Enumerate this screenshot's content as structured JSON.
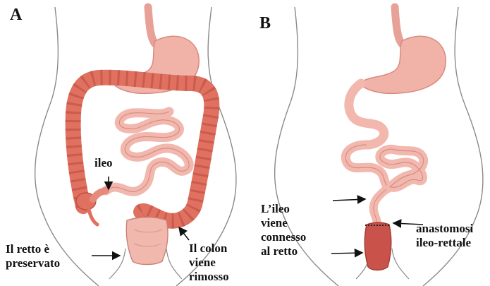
{
  "panels": {
    "a": {
      "letter": "A",
      "labels": {
        "ileum": "ileo",
        "rectum_line1": "Il retto è",
        "rectum_line2": "preservato",
        "colon_line1": "Il colon",
        "colon_line2": "viene",
        "colon_line3": "rimosso"
      }
    },
    "b": {
      "letter": "B",
      "labels": {
        "ileum_line1": "L’ileo",
        "ileum_line2": "viene",
        "ileum_line3": "connesso",
        "ileum_line4": "al retto",
        "anastomosis_line1": "anastomosi",
        "anastomosis_line2": "ileo-rettale"
      }
    }
  },
  "colors": {
    "outline": "#8a8a8a",
    "stomach": "#f1b3a8",
    "stomach_dark": "#d98a80",
    "colon": "#e0705f",
    "colon_dark": "#b84a3e",
    "small_bowel": "#f2b8ae",
    "small_bowel_line": "#d48d84",
    "rectum": "#f1b8ad",
    "rectum_b": "#c9534a",
    "text": "#111111"
  }
}
